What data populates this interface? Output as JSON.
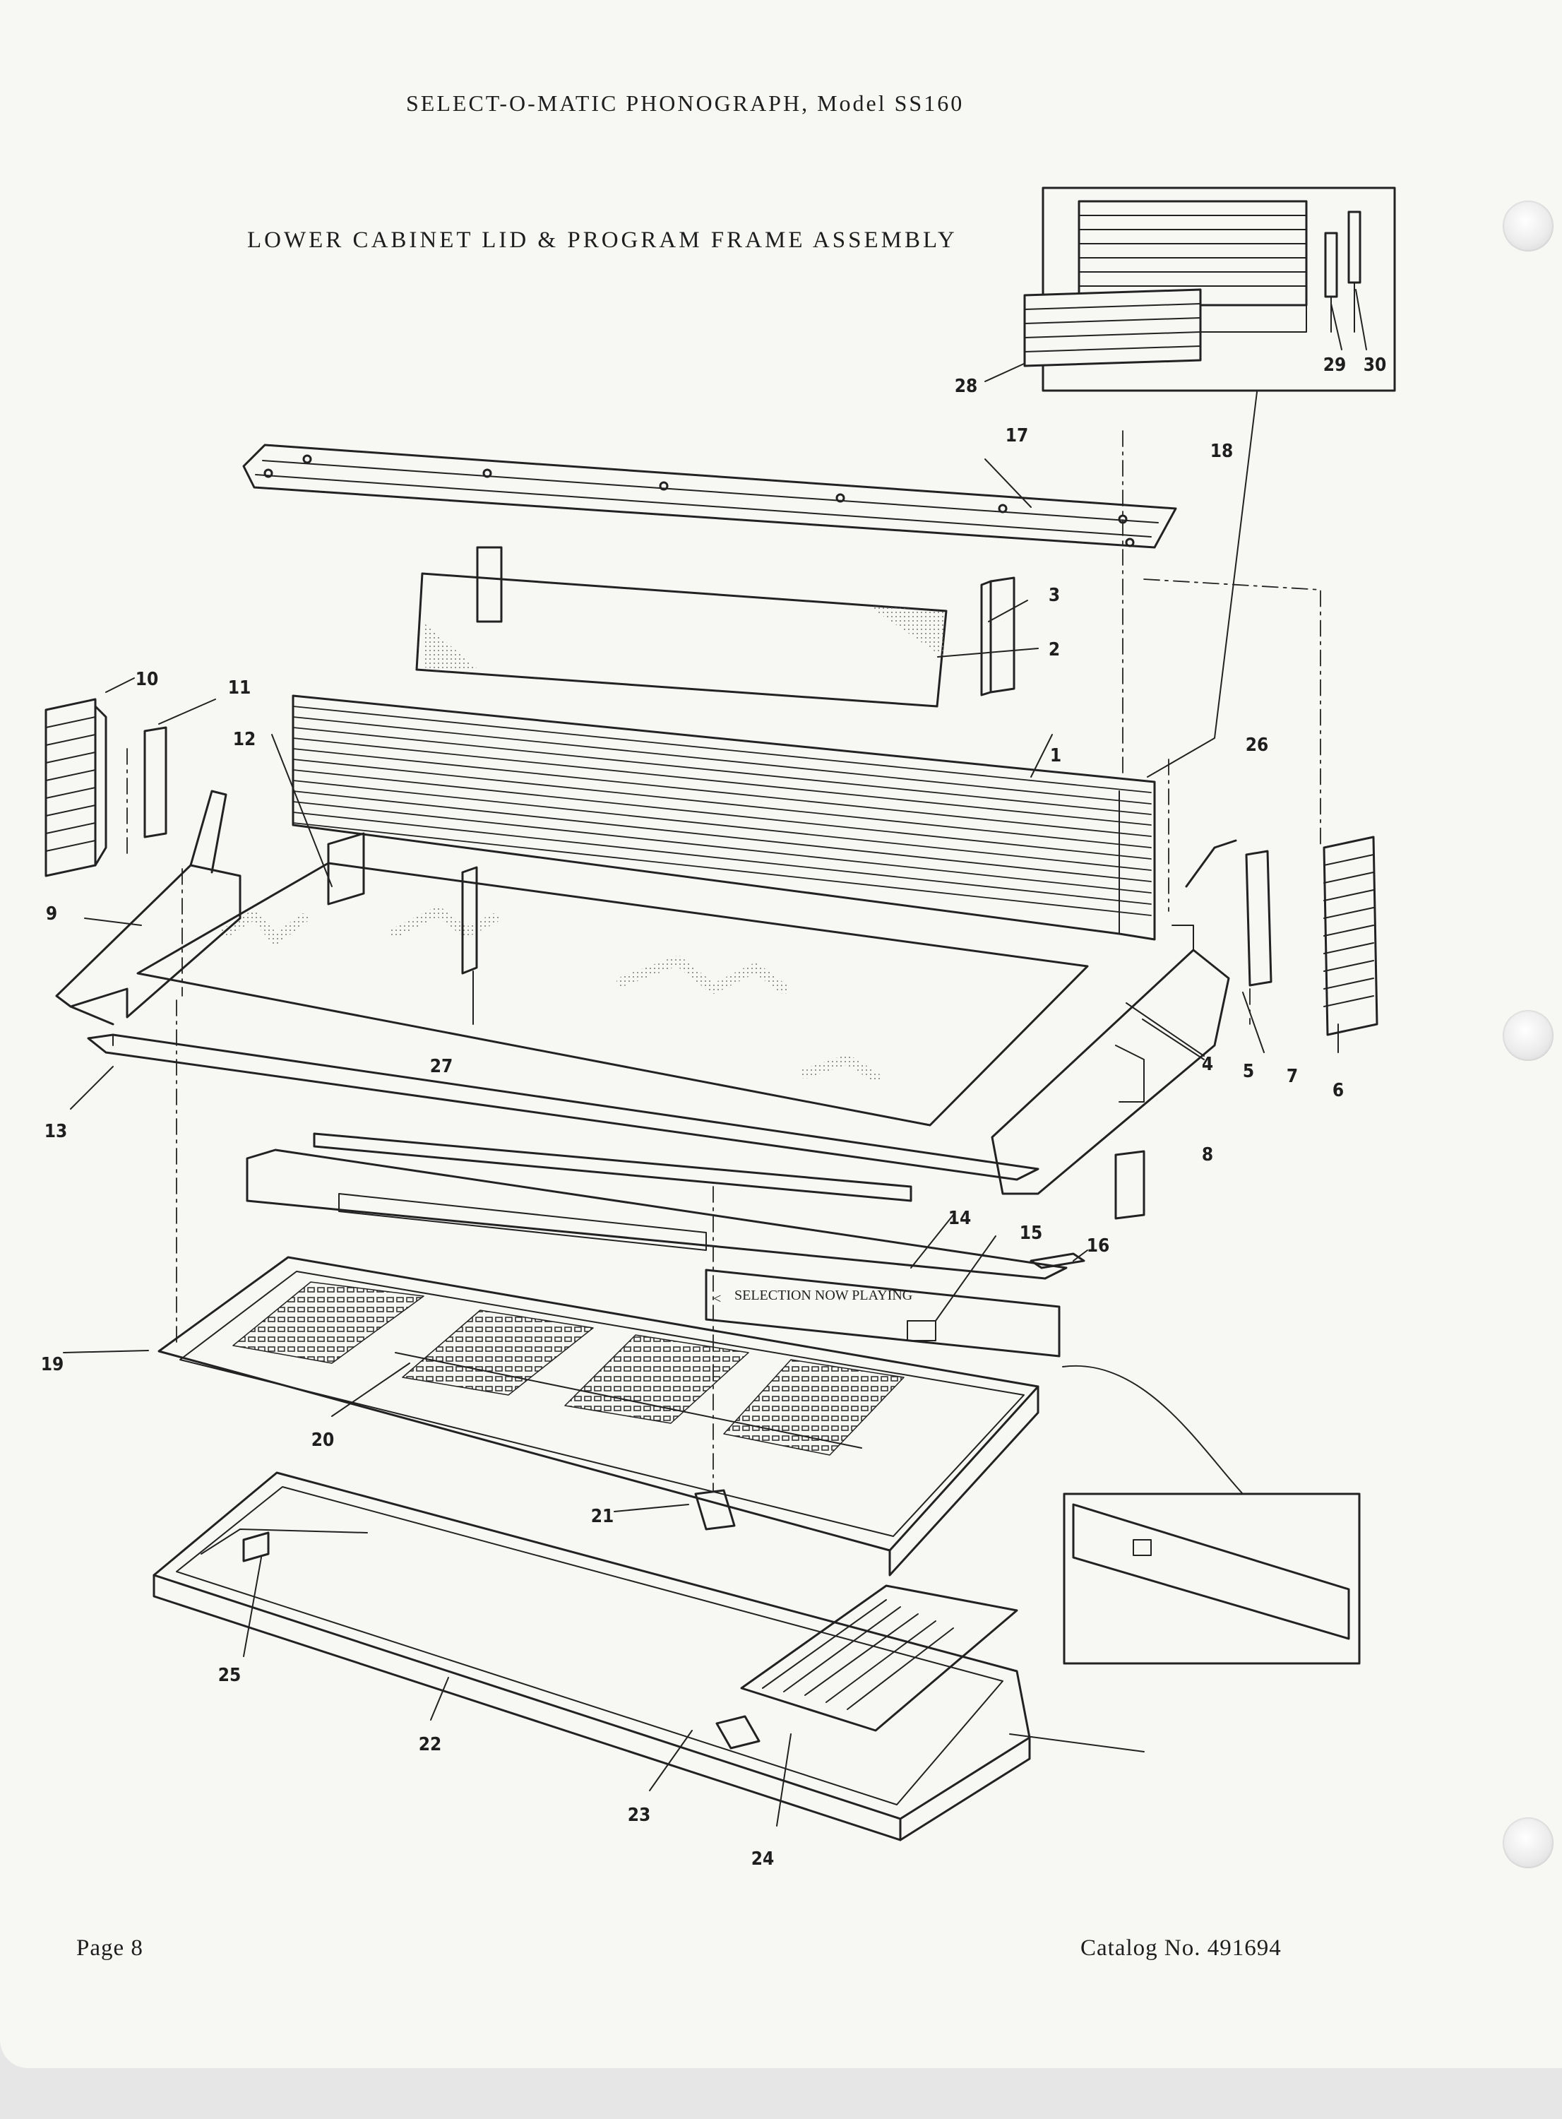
{
  "header": {
    "title": "SELECT-O-MATIC PHONOGRAPH, Model SS160"
  },
  "section": {
    "title": "LOWER CABINET LID & PROGRAM FRAME ASSEMBLY"
  },
  "part_callouts": [
    "1",
    "2",
    "3",
    "4",
    "5",
    "6",
    "7",
    "8",
    "9",
    "10",
    "11",
    "12",
    "13",
    "14",
    "15",
    "16",
    "17",
    "18",
    "19",
    "20",
    "21",
    "22",
    "23",
    "24",
    "25",
    "26",
    "27",
    "28",
    "29",
    "30"
  ],
  "selection_sign": {
    "text": "SELECTION NOW PLAYING",
    "arrow": "<"
  },
  "footer": {
    "page": "Page 8",
    "catalog": "Catalog No. 491694"
  }
}
